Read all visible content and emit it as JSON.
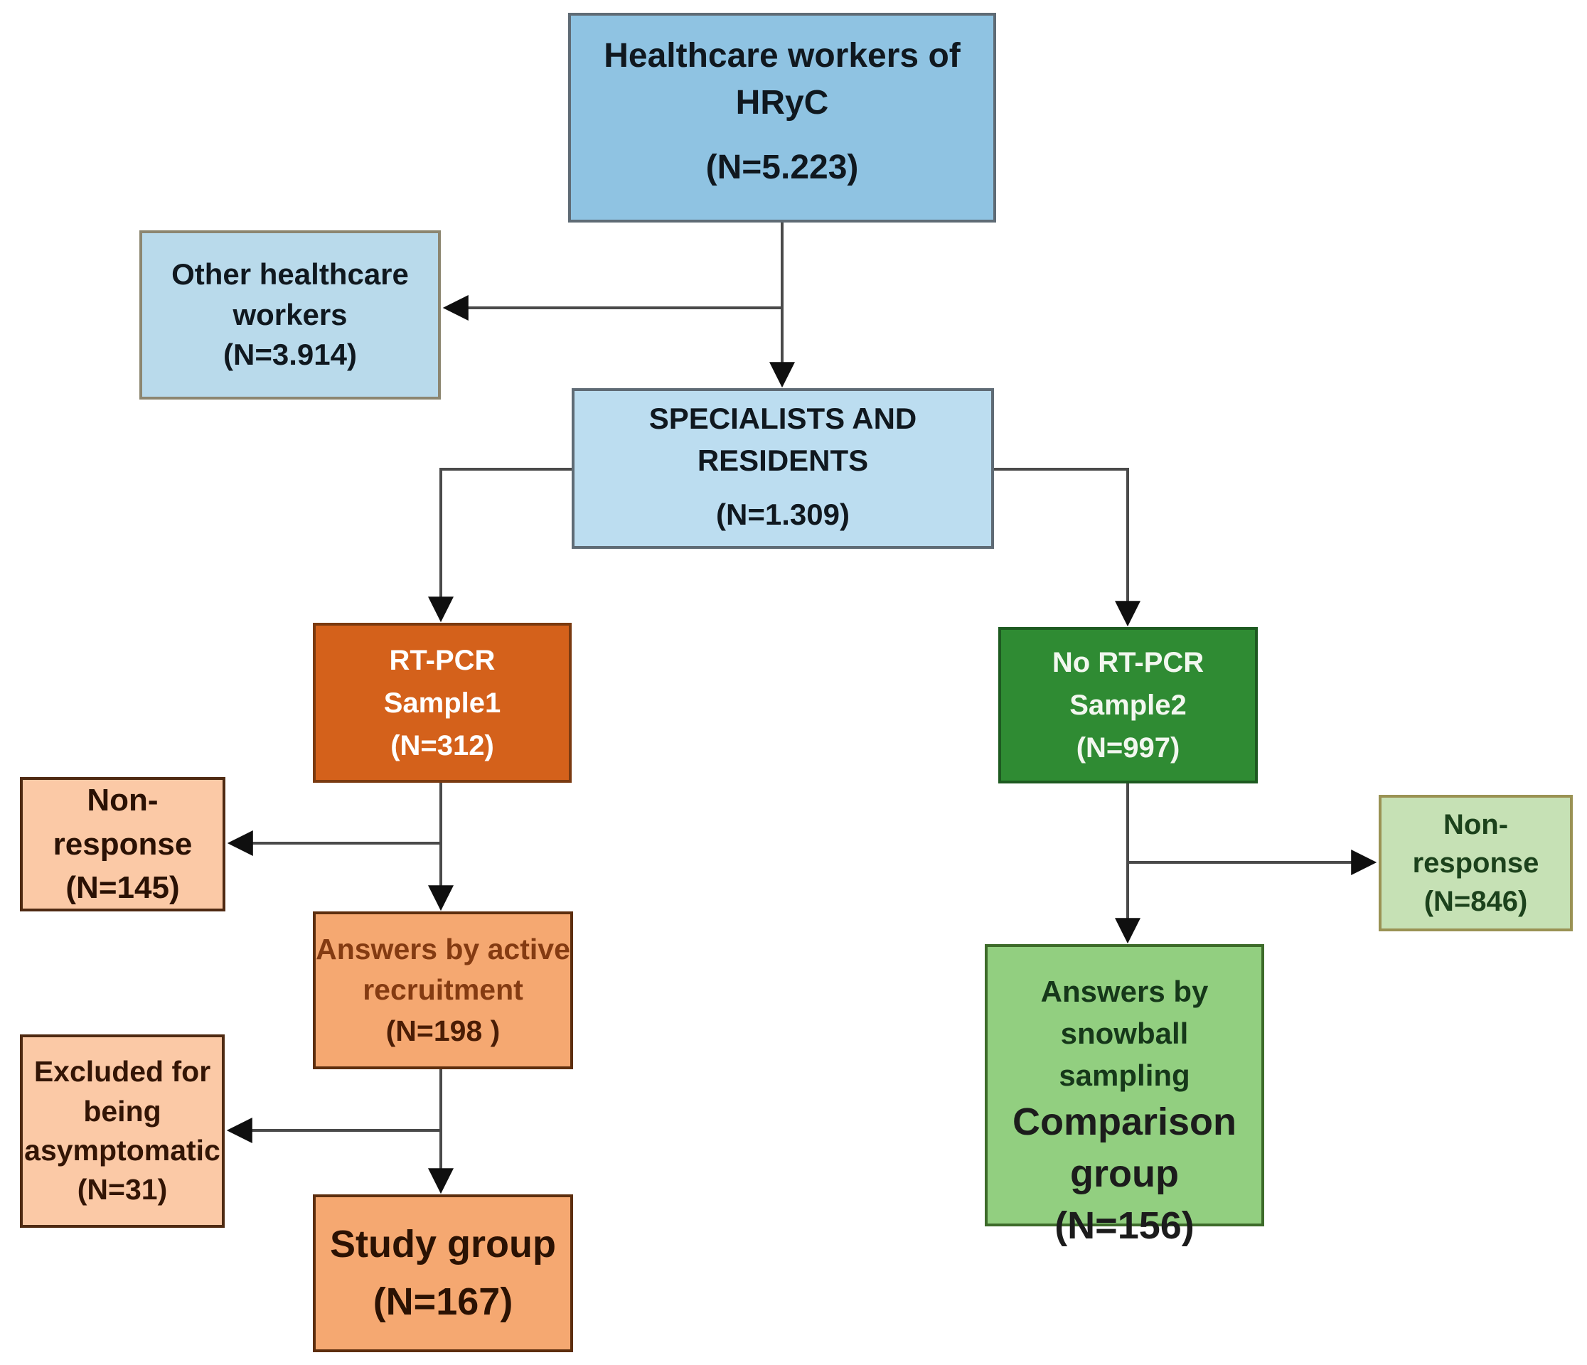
{
  "diagram": {
    "type": "flowchart",
    "description_colors": {
      "blue_header": "#8FC3E2",
      "blue_light": "#BCDDF0",
      "orange_dark": "#D4611B",
      "orange_medium": "#F5A871",
      "peach_light": "#FBC9A6",
      "green_dark": "#2F8B33",
      "green_medium": "#92CF80",
      "green_light": "#C6E1B5",
      "connector_line": "#4a4a4a",
      "arrowhead": "#0f0f0f"
    }
  },
  "nodes": {
    "hw": {
      "lines": [
        "Healthcare workers of",
        "HRyC"
      ],
      "n": "(N=5.223)"
    },
    "other": {
      "lines": [
        "Other healthcare",
        "workers"
      ],
      "n": "(N=3.914)"
    },
    "spec": {
      "lines": [
        "SPECIALISTS AND",
        "RESIDENTS"
      ],
      "n": "(N=1.309)"
    },
    "rtpcr": {
      "lines": [
        "RT-PCR",
        "Sample1"
      ],
      "n": "(N=312)"
    },
    "nortpcr": {
      "lines": [
        "No RT-PCR",
        "Sample2"
      ],
      "n": "(N=997)"
    },
    "nonresponse1": {
      "lines": [
        "Non-response"
      ],
      "n": "(N=145)"
    },
    "answers_active": {
      "lines": [
        "Answers by active",
        "recruitment"
      ],
      "n": "(N=198 )"
    },
    "excluded": {
      "lines": [
        "Excluded for",
        "being",
        "asymptomatic"
      ],
      "n": "(N=31)"
    },
    "study": {
      "lines": [
        "Study group"
      ],
      "n": "(N=167)"
    },
    "nonresponse2": {
      "lines": [
        "Non-",
        "response"
      ],
      "n": "(N=846)"
    },
    "comparison": {
      "lines": [
        "Answers by",
        "snowball sampling"
      ],
      "group_lines": [
        "Comparison",
        "group"
      ],
      "n": "(N=156)"
    }
  },
  "edges": [
    {
      "from": "healthcare-workers",
      "to": "specialists-and-residents"
    },
    {
      "from": "healthcare-workers",
      "to": "other-healthcare-workers"
    },
    {
      "from": "specialists-and-residents",
      "to": "rt-pcr-sample1"
    },
    {
      "from": "specialists-and-residents",
      "to": "no-rt-pcr-sample2"
    },
    {
      "from": "rt-pcr-sample1",
      "to": "non-response-145"
    },
    {
      "from": "rt-pcr-sample1",
      "to": "answers-by-active-recruitment"
    },
    {
      "from": "answers-by-active-recruitment",
      "to": "excluded-for-being-asymptomatic"
    },
    {
      "from": "answers-by-active-recruitment",
      "to": "study-group"
    },
    {
      "from": "no-rt-pcr-sample2",
      "to": "non-response-846"
    },
    {
      "from": "no-rt-pcr-sample2",
      "to": "comparison-group"
    }
  ]
}
